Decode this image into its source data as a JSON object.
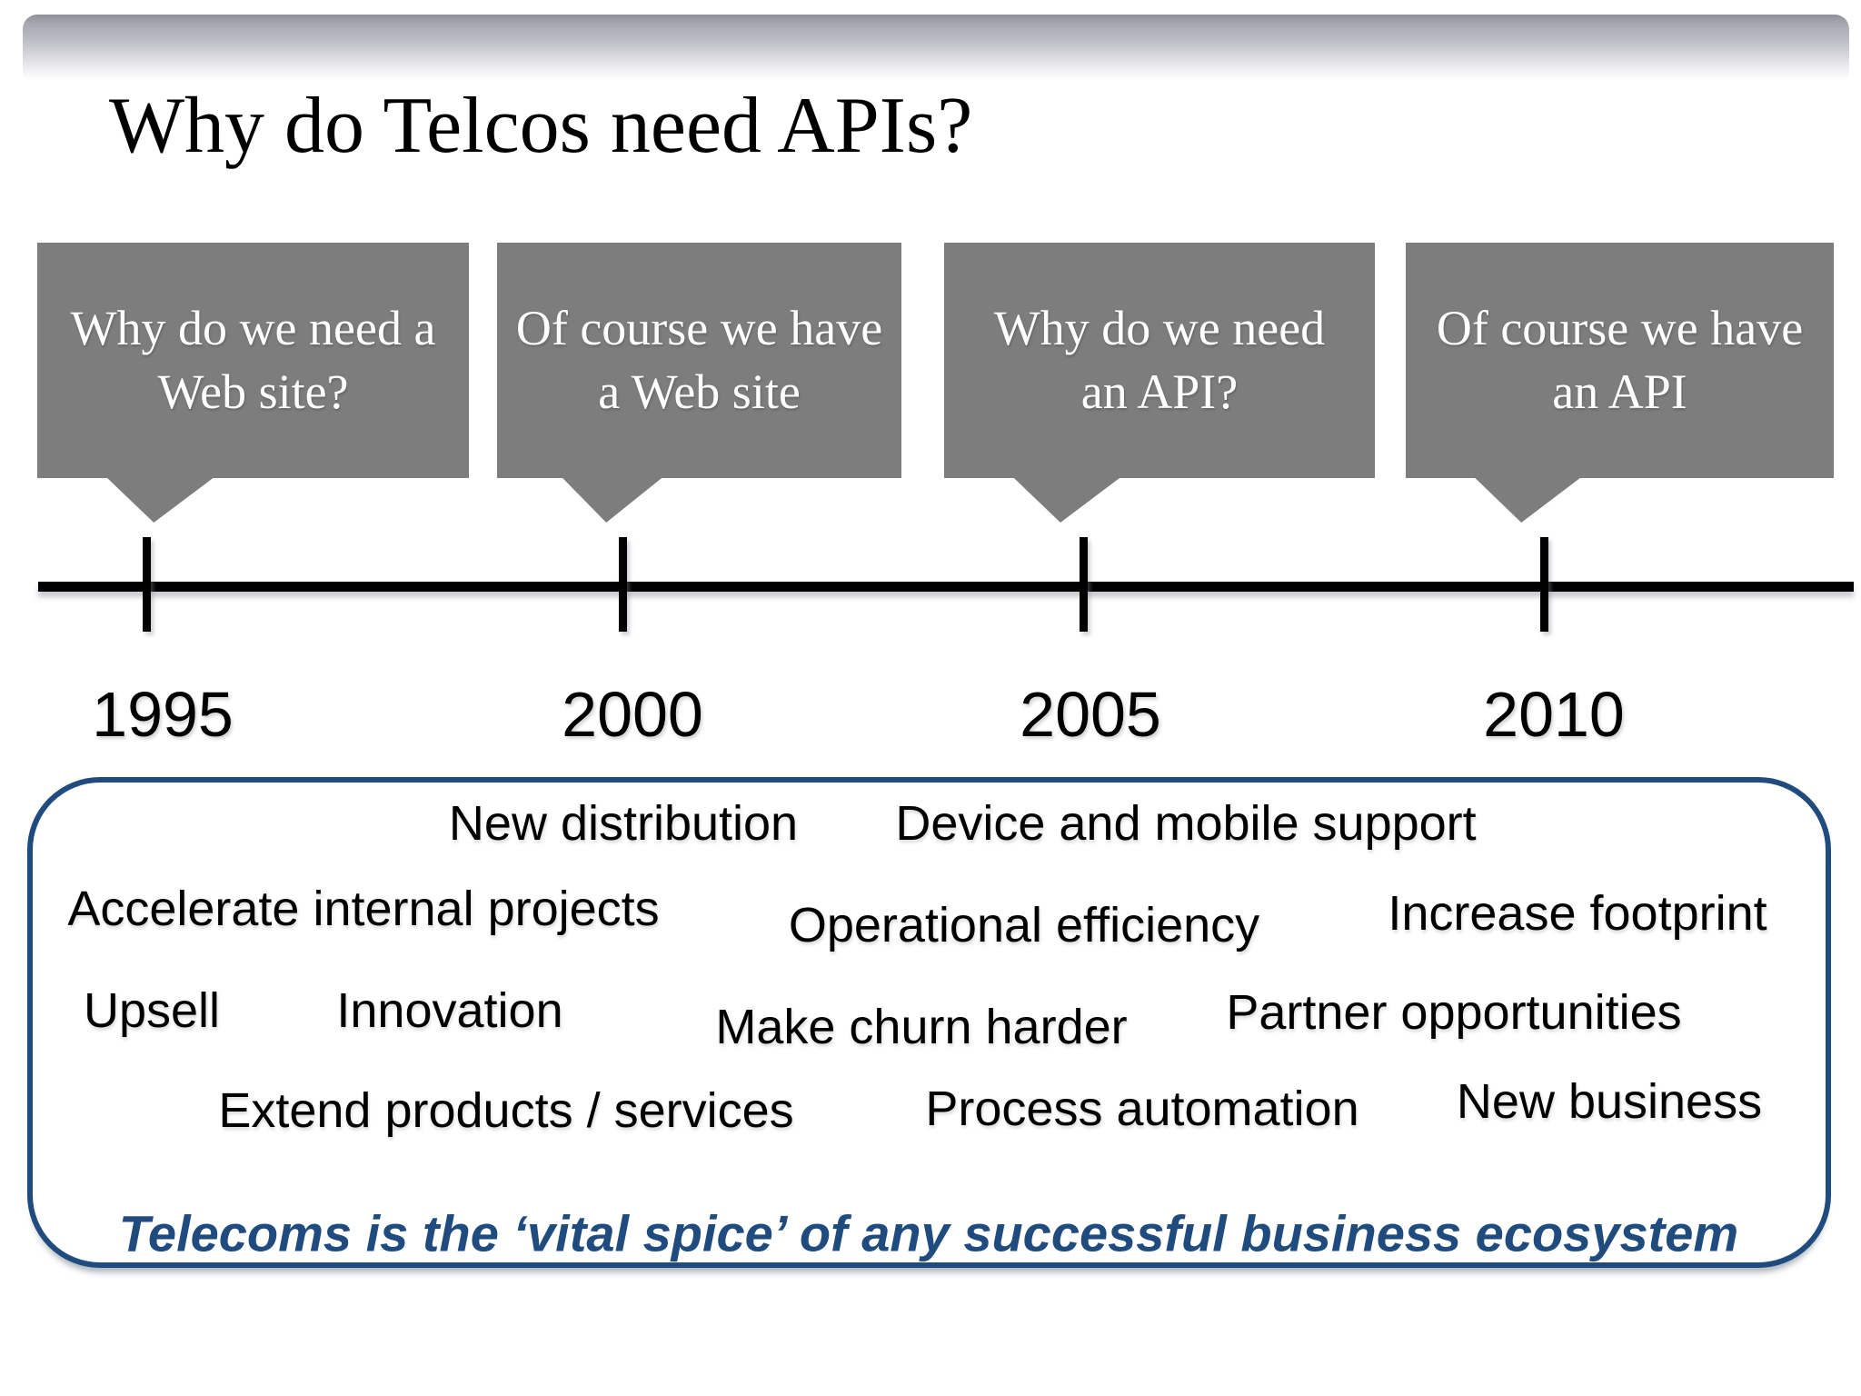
{
  "slide": {
    "title": "Why do Telcos need APIs?"
  },
  "bubbles": [
    {
      "line1": "Why do we need a",
      "line2": "Web site?"
    },
    {
      "line1": "Of course we have",
      "line2": "a Web site"
    },
    {
      "line1": "Why do we need",
      "line2": "an API?"
    },
    {
      "line1": "Of course we have",
      "line2": "an API"
    }
  ],
  "timeline": {
    "years": [
      "1995",
      "2000",
      "2005",
      "2010"
    ]
  },
  "benefits_box": {
    "phrases": [
      "New distribution",
      "Device and mobile support",
      "Accelerate internal projects",
      "Operational efficiency",
      "Increase footprint",
      "Upsell",
      "Innovation",
      "Make churn harder",
      "Partner opportunities",
      "Extend products / services",
      "Process automation",
      "New business"
    ],
    "tagline": "Telecoms is the ‘vital spice’ of any successful business ecosystem"
  },
  "colors": {
    "bubble_gray": "#7d7d7d",
    "navy": "#1f4b7e",
    "timeline_black": "#000000",
    "topbar_gray": "#a7a7b0"
  }
}
